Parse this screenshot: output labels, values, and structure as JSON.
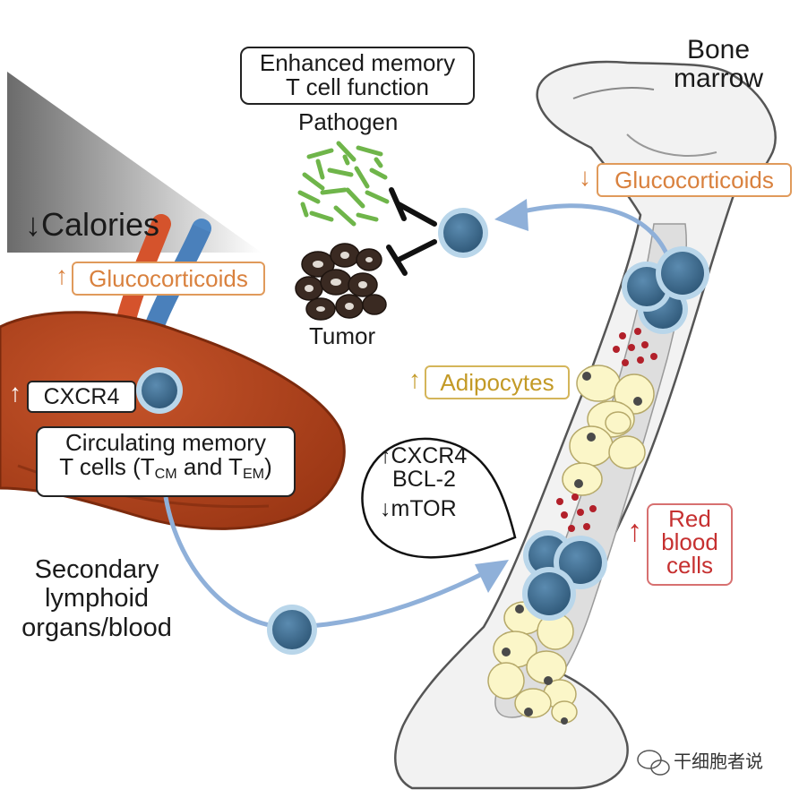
{
  "colors": {
    "spleen": "#b8461f",
    "spleen_dark": "#8e2f10",
    "cell_fill": "#3f6f92",
    "cell_ring": "#b9d6ea",
    "arrow": "#8fb0d9",
    "orange": "#d9813e",
    "gold": "#c39a26",
    "red": "#c63030",
    "bone": "#f1f1f1",
    "adipocyte": "#fbf6c8",
    "pathogen": "#7cc35a",
    "tumor": "#3a2a22"
  },
  "labels": {
    "enhanced_box_line1": "Enhanced memory",
    "enhanced_box_line2": "T cell function",
    "pathogen": "Pathogen",
    "tumor": "Tumor",
    "bone_marrow_line1": "Bone",
    "bone_marrow_line2": "marrow",
    "calories": "Calories",
    "glucocorticoids_left": "Glucocorticoids",
    "glucocorticoids_right": "Glucocorticoids",
    "cxcr4_spleen": "CXCR4",
    "circulating_line1": "Circulating memory",
    "circulating_line2_a": "T cells (T",
    "circulating_sub_cm": "CM",
    "circulating_and": " and T",
    "circulating_sub_em": "EM",
    "circulating_close": ")",
    "adipocytes": "Adipocytes",
    "red_blood_line1": "Red",
    "red_blood_line2": "blood",
    "red_blood_line3": "cells",
    "bubble_cxcr4": "CXCR4",
    "bubble_bcl2": "BCL-2",
    "bubble_mtor": "mTOR",
    "secondary_line1": "Secondary",
    "secondary_line2": "lymphoid",
    "secondary_line3": "organs/blood",
    "watermark": "干细胞者说"
  },
  "icons": {
    "up": "↑",
    "down": "↓"
  }
}
